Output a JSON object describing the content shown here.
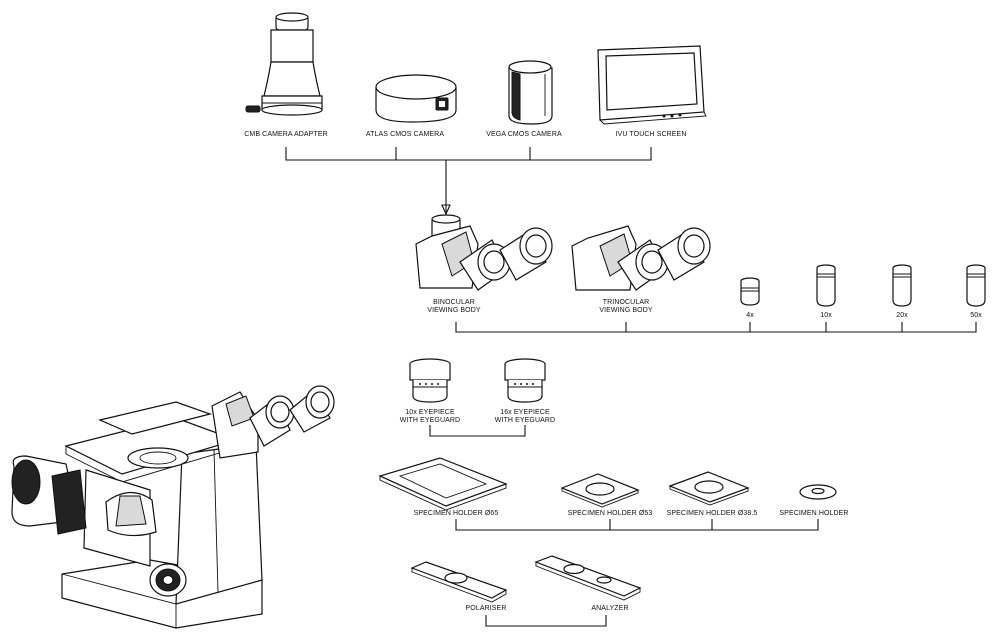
{
  "labels": {
    "camera_adapter": "CMB CAMERA ADAPTER",
    "atlas_camera": "ATLAS CMOS CAMERA",
    "vega_camera": "VEGA CMOS CAMERA",
    "touch_screen": "IVU TOUCH SCREEN",
    "binocular": [
      "BINOCULAR",
      "VIEWING BODY"
    ],
    "trinocular": [
      "TRINOCULAR",
      "VIEWING BODY"
    ],
    "objective_4x": "4x",
    "objective_10x": "10x",
    "objective_20x": "20x",
    "objective_50x": "50x",
    "eyepiece_10x": [
      "10x EYEPIECE",
      "WITH EYEGUARD"
    ],
    "eyepiece_16x": [
      "16x EYEPIECE",
      "WITH EYEGUARD"
    ],
    "holder_65": "SPECIMEN HOLDER Ø65",
    "holder_53": "SPECIMEN HOLDER Ø53",
    "holder_38": "SPECIMEN HOLDER Ø38.5",
    "holder_plain": "SPECIMEN HOLDER",
    "polariser": "POLARISER",
    "analyzer": "ANALYZER"
  }
}
